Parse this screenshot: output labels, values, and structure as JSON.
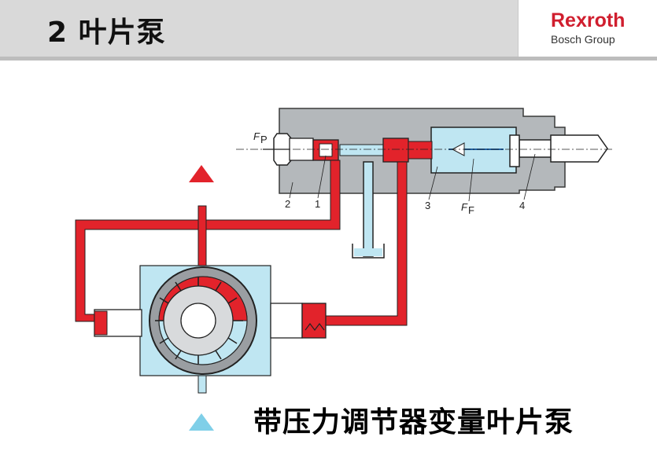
{
  "header": {
    "title": "2 叶片泵",
    "brand": "Rexroth",
    "brand_sub": "Bosch Group"
  },
  "diagram": {
    "labels": {
      "force_p": "F",
      "force_p_sub": "P",
      "force_f": "F",
      "force_f_sub": "F",
      "part_1": "1",
      "part_2": "2",
      "part_3": "3",
      "part_4": "4"
    },
    "colors": {
      "pressure": "#e2232b",
      "suction": "#7fcfe8",
      "housing": "#b4b8bb",
      "housing_dark": "#3a3a3a"
    }
  },
  "caption": "带压力调节器变量叶片泵"
}
